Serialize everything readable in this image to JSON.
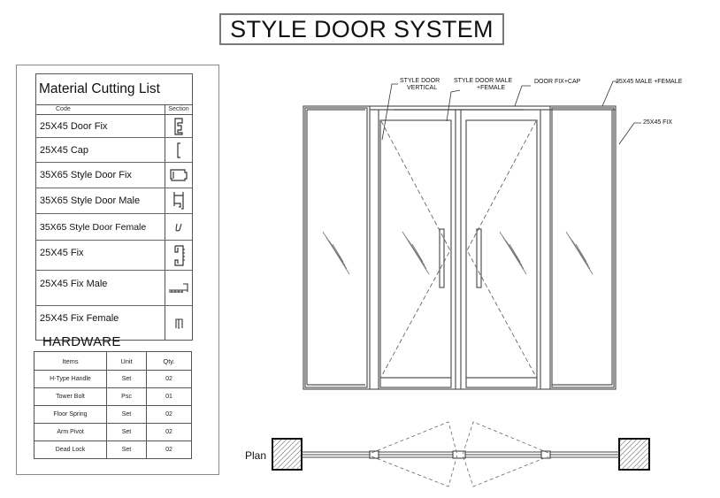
{
  "title": "STYLE DOOR SYSTEM",
  "material_cutting_list": {
    "title": "Material Cutting List",
    "columns": {
      "code": "Code",
      "section": "Section"
    },
    "rows": [
      {
        "code": "25X45 Door Fix",
        "section_icon": "door-fix-profile-icon"
      },
      {
        "code": "25X45 Cap",
        "section_icon": "cap-profile-icon"
      },
      {
        "code": "35X65 Style Door Fix",
        "section_icon": "style-door-fix-profile-icon"
      },
      {
        "code": "35X65 Style Door Male",
        "section_icon": "style-door-male-profile-icon"
      },
      {
        "code": "35X65 Style Door Female",
        "section_icon": "style-door-female-profile-icon"
      },
      {
        "code": "25X45 Fix",
        "section_icon": "fix-profile-icon"
      },
      {
        "code": "25X45 Fix Male",
        "section_icon": "fix-male-profile-icon"
      },
      {
        "code": "25X45 Fix Female",
        "section_icon": "fix-female-profile-icon"
      }
    ]
  },
  "hardware": {
    "title": "HARDWARE",
    "columns": {
      "items": "Items",
      "unit": "Unit",
      "qty": "Qty."
    },
    "rows": [
      {
        "item": "H-Type Handle",
        "unit": "Set",
        "qty": "02"
      },
      {
        "item": "Tower Bolt",
        "unit": "Psc",
        "qty": "01"
      },
      {
        "item": "Floor Spring",
        "unit": "Set",
        "qty": "02"
      },
      {
        "item": "Arm Pivot",
        "unit": "Set",
        "qty": "02"
      },
      {
        "item": "Dead Lock",
        "unit": "Set",
        "qty": "02"
      }
    ]
  },
  "elevation_labels": {
    "style_door_vertical_1": "STYLE DOOR",
    "style_door_vertical_2": "VERTICAL",
    "style_door_male_female_1": "STYLE DOOR MALE",
    "style_door_male_female_2": "+FEMALE",
    "door_fix_cap": "DOOR FIX+CAP",
    "male_female_25x45": "25X45 MALE +FEMALE",
    "fix_25x45": "25X45 FIX"
  },
  "plan": {
    "label": "Plan"
  },
  "colors": {
    "line": "#555555",
    "text": "#111111",
    "border": "#8a8a8a"
  }
}
